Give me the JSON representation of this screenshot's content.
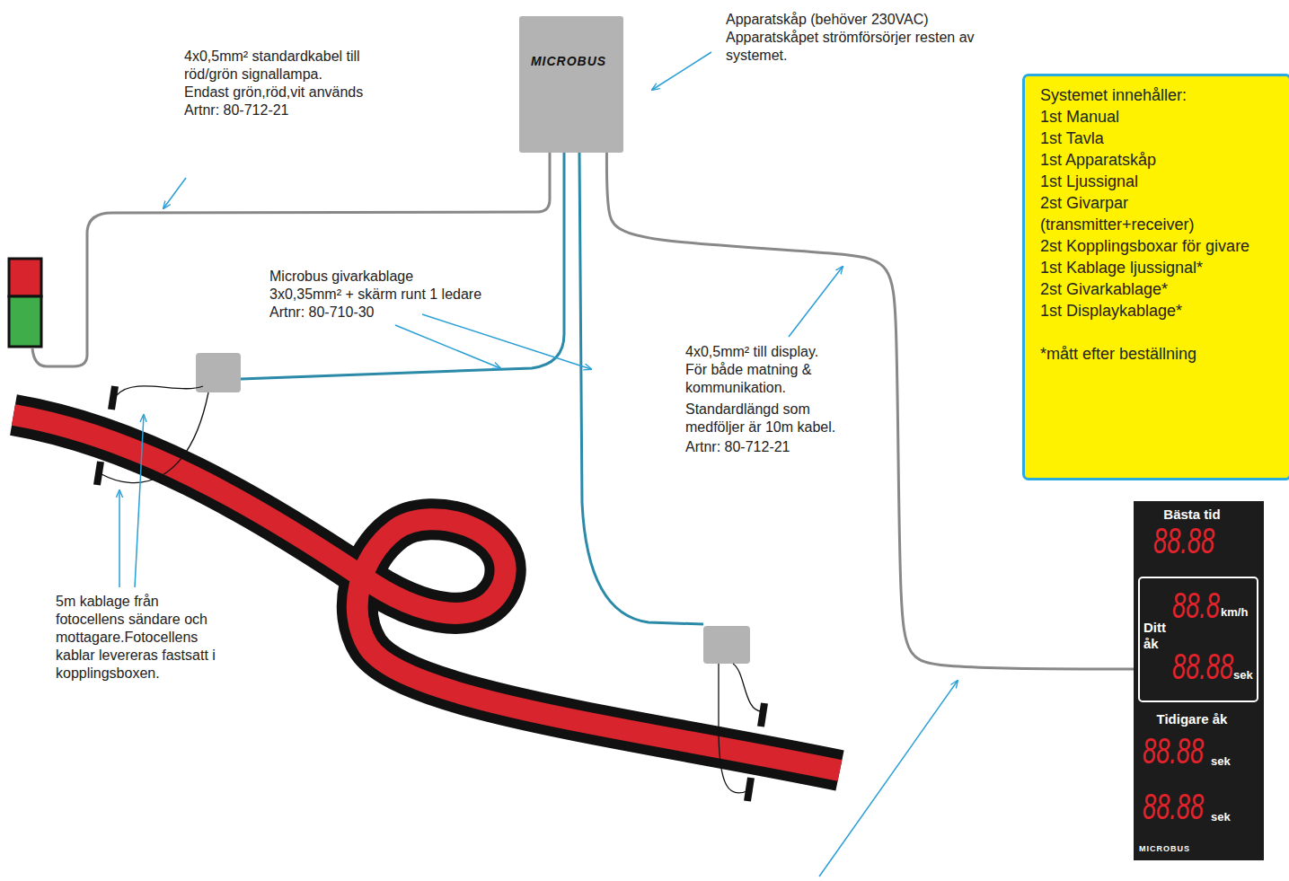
{
  "diagram": {
    "nodes": [
      {
        "text": [
          "MICROBUS"
        ]
      },
      {
        "text": [
          "Systemet innehåller:",
          "1st Manual",
          "1st Tavla",
          "1st Apparatskåp",
          "1st Ljussignal",
          "2st Givarpar (transmitter+receiver)",
          "2st Kopplingsboxar för givare",
          "1st Kablage ljussignal*",
          "2st Givarkablage*",
          "1st Displaykablage*",
          "*mått efter beställning"
        ]
      },
      {
        "text": [
          "Bästa tid",
          "88.88",
          "Tidigare åk",
          "88.88",
          "sek",
          "88.88",
          "sek",
          "MICROBUS"
        ]
      },
      {
        "text": [
          "Ditt åk",
          "88.8",
          "km/h",
          "88.88",
          "sek"
        ],
        "in": 2
      }
    ],
    "edges": [
      {
        "from": 0,
        "to": 2,
        "arrow": "none"
      }
    ],
    "labels": [
      "4x0,5mm² standardkabel till röd/grön signallampa.",
      "Endast grön,röd,vit används",
      "Artnr: 80-712-21",
      "Apparatskåp (behöver 230VAC)",
      "Apparatskåpet strömförsörjer resten av systemet.",
      "Microbus givarkablage",
      "3x0,35mm² + skärm runt 1 ledare",
      "Artnr: 80-710-30",
      "4x0,5mm² till display. För både matning & kommunikation.",
      "Standardlängd som medföljer är 10m kabel.",
      "Artnr: 80-712-21",
      "5m kablage från fotocellens sändare och mottagare.Fotocellens kablar levereras fastsatt i kopplingsboxen."
    ]
  }
}
